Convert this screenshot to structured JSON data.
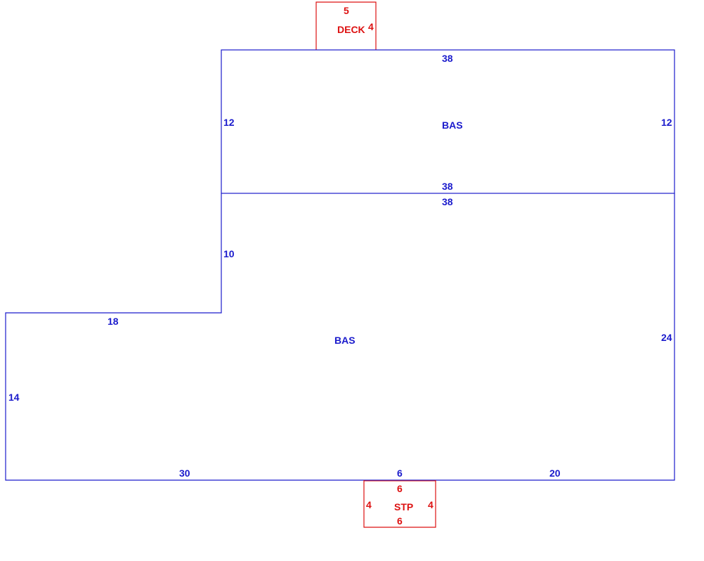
{
  "colors": {
    "main": "#1a1acc",
    "addition": "#dd1111",
    "background": "#ffffff"
  },
  "areas": {
    "upper_bas": {
      "label": "BAS",
      "top_dim": "38",
      "bottom_dim": "38",
      "left_dim": "12",
      "right_dim": "12"
    },
    "lower_bas": {
      "label": "BAS",
      "top_dim": "38",
      "left_step_dim": "10",
      "left_ledge_dim": "18",
      "left_dim": "14",
      "right_dim": "24",
      "bottom_left_dim": "30",
      "bottom_mid_dim": "6",
      "bottom_right_dim": "20"
    },
    "deck": {
      "label": "DECK",
      "top_dim": "5",
      "right_dim": "4"
    },
    "stoop": {
      "label": "STP",
      "top_dim": "6",
      "bottom_dim": "6",
      "left_dim": "4",
      "right_dim": "4"
    }
  }
}
